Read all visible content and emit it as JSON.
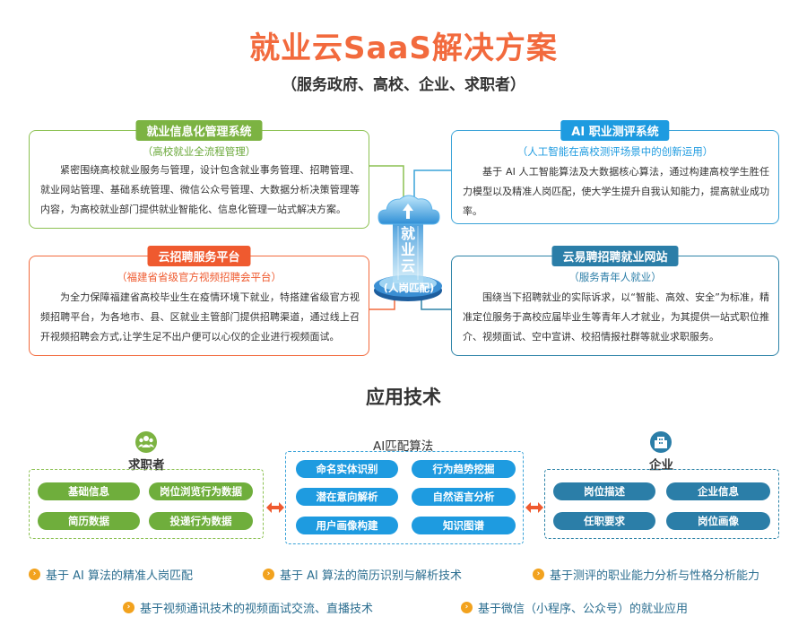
{
  "header": {
    "title": "就业云SaaS解决方案",
    "subtitle": "（服务政府、高校、企业、求职者）"
  },
  "center": {
    "main": "就业云",
    "sub": "(人岗匹配)"
  },
  "panels": [
    {
      "tag": "就业信息化管理系统",
      "subtitle": "（高校就业全流程管理）",
      "text": "紧密围绕高校就业服务与管理，设计包含就业事务管理、招聘管理、就业网站管理、基础系统管理、微信公众号管理、大数据分析决策管理等内容，为高校就业部门提供就业智能化、信息化管理一站式解决方案。"
    },
    {
      "tag": "AI 职业测评系统",
      "subtitle": "（人工智能在高校测评场景中的创新运用）",
      "text": "基于 AI 人工智能算法及大数据核心算法，通过构建高校学生胜任力模型以及精准人岗匹配，使大学生提升自我认知能力，提高就业成功率。"
    },
    {
      "tag": "云招聘服务平台",
      "subtitle": "（福建省省级官方视频招聘会平台）",
      "text": "为全力保障福建省高校毕业生在疫情环境下就业，特搭建省级官方视频招聘平台，为各地市、县、区就业主管部门提供招聘渠道，通过线上召开视频招聘会方式,让学生足不出户便可以心仪的企业进行视频面试。"
    },
    {
      "tag": "云易聘招聘就业网站",
      "subtitle": "（服务青年人就业）",
      "text": "围绕当下招聘就业的实际诉求，以“智能、高效、安全”为标准，精准定位服务于高校应届毕业生等青年人才就业，为其提供一站式职位推介、视频面试、空中宣讲、校招情报社群等就业求职服务。"
    }
  ],
  "tech": {
    "title": "应用技术",
    "seeker": {
      "label": "求职者",
      "icon": "people-icon",
      "items": [
        "基础信息",
        "岗位浏览行为数据",
        "简历数据",
        "投递行为数据"
      ]
    },
    "ai": {
      "label": "AI匹配算法",
      "items": [
        "命名实体识别",
        "行为趋势挖掘",
        "潜在意向解析",
        "自然语言分析",
        "用户画像构建",
        "知识图谱"
      ]
    },
    "enterprise": {
      "label": "企业",
      "icon": "building-icon",
      "items": [
        "岗位描述",
        "企业信息",
        "任职要求",
        "岗位画像"
      ]
    }
  },
  "features": [
    "基于 AI 算法的精准人岗匹配",
    "基于 AI 算法的简历识别与解析技术",
    "基于测评的职业能力分析与性格分析能力",
    "基于视频通讯技术的视频面试交流、直播技术",
    "基于微信（小程序、公众号）的就业应用"
  ],
  "colors": {
    "title": "#f26a3d",
    "green": "#7cb342",
    "blue": "#1e9be0",
    "orange": "#ef5a2f",
    "teal": "#2b7ea8",
    "feature_text": "#2b6e90",
    "feature_icon": "#f2a21e"
  }
}
